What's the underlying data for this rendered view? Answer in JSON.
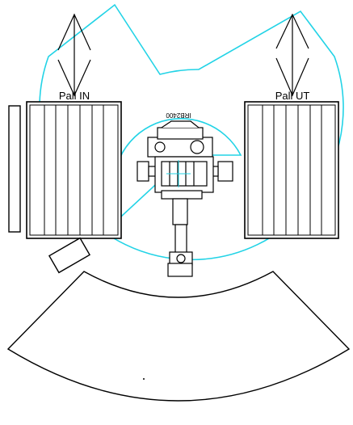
{
  "labels": {
    "pallet_in": "Pall IN",
    "pallet_out": "Pall UT",
    "robot_model": "IRB2400"
  },
  "colors": {
    "reach_envelope": "#22d3e6",
    "outline": "#000000",
    "background": "#ffffff"
  }
}
